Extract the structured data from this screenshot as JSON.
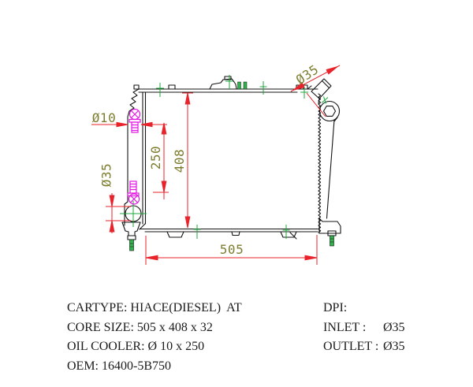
{
  "drawing": {
    "dim_labels": {
      "oil_cooler_diameter": "Ø10",
      "oil_cooler_length": "250",
      "core_height": "408",
      "outlet_diameter": "Ø35",
      "core_width": "505",
      "inlet_diameter": "Ø35"
    },
    "colors": {
      "dimension_line": "#e8232a",
      "dimension_text": "#7d7d2f",
      "oil_cooler_fitting": "#e317e3",
      "center_marker": "#1fa83c",
      "outline": "#141414"
    }
  },
  "specs": {
    "left": [
      {
        "label": "CARTYPE:",
        "value": "HIACE(DIESEL)  AT"
      },
      {
        "label": "CORE SIZE:",
        "value": "505 x 408 x 32"
      },
      {
        "label": "OIL COOLER:",
        "value": "Ø 10 x 250"
      },
      {
        "label": "OEM:",
        "value": "16400-5B750"
      }
    ],
    "right": [
      {
        "label": "DPI:",
        "value": ""
      },
      {
        "label": "INLET :",
        "value": "Ø35"
      },
      {
        "label": "OUTLET :",
        "value": "Ø35"
      }
    ]
  }
}
